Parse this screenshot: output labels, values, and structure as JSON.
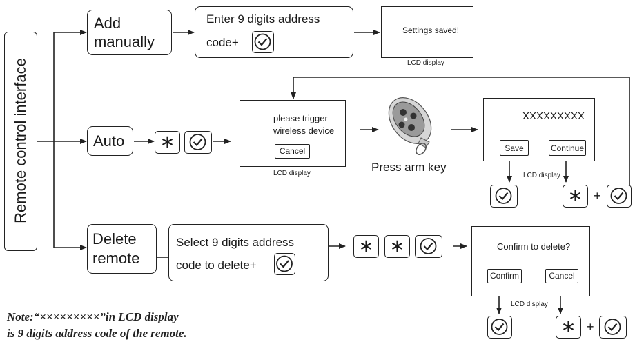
{
  "root_label": "Remote control interface",
  "add_manually": {
    "label_line1": "Add",
    "label_line2": "manually",
    "step_line1": "Enter 9 digits address",
    "step_line2": "code+",
    "lcd_message": "Settings saved!",
    "lcd_caption": "LCD display"
  },
  "auto": {
    "label": "Auto",
    "lcd_line1": "please trigger",
    "lcd_line2": "wireless device",
    "lcd_cancel": "Cancel",
    "lcd_caption": "LCD display",
    "press_caption": "Press arm key",
    "code_placeholder": "XXXXXXXXX",
    "save_label": "Save",
    "continue_label": "Continue",
    "lcd2_caption": "LCD display"
  },
  "delete_remote": {
    "label_line1": "Delete",
    "label_line2": "remote",
    "step_line1": "Select 9 digits address",
    "step_line2": "code to delete+",
    "lcd_message": "Confirm to delete?",
    "confirm_label": "Confirm",
    "cancel_label": "Cancel",
    "lcd_caption": "LCD display"
  },
  "plus_sign": "+",
  "note_line1": "Note:“×××××××××”in LCD display",
  "note_line2": "is 9 digits address code of the remote."
}
